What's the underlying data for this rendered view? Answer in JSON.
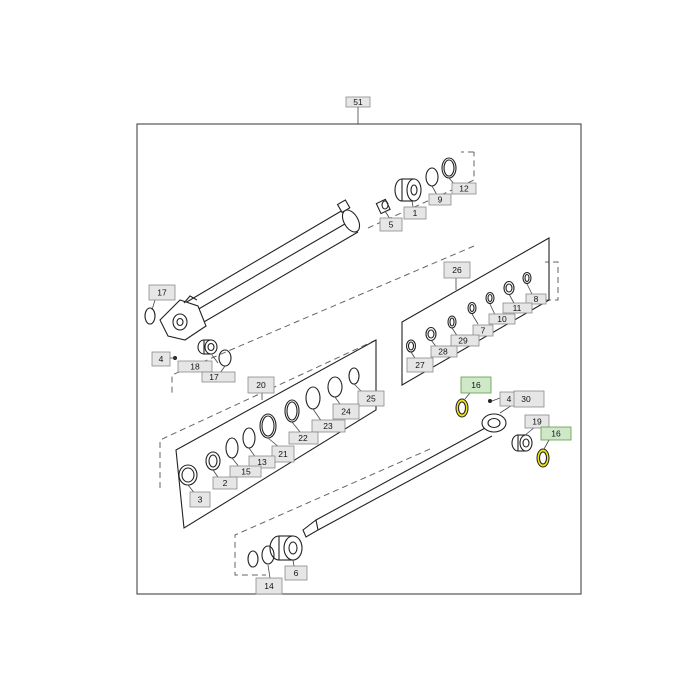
{
  "header_ref": "51",
  "colors": {
    "highlight_ring": "#f2e21a",
    "highlight_callout": "#cfe8c8",
    "callout": "#e6e6e6"
  },
  "callouts": {
    "c1": "1",
    "c2": "2",
    "c3": "3",
    "c4a": "4",
    "c4b": "4",
    "c5": "5",
    "c6": "6",
    "c7": "7",
    "c8": "8",
    "c9": "9",
    "c10": "10",
    "c11": "11",
    "c12": "12",
    "c13": "13",
    "c14": "14",
    "c15": "15",
    "c16a": "16",
    "c16b": "16",
    "c17a": "17",
    "c17b": "17",
    "c18": "18",
    "c19": "19",
    "c20": "20",
    "c21": "21",
    "c22": "22",
    "c23": "23",
    "c24": "24",
    "c25": "25",
    "c26": "26",
    "c27": "27",
    "c28": "28",
    "c29": "29",
    "c30": "30"
  }
}
